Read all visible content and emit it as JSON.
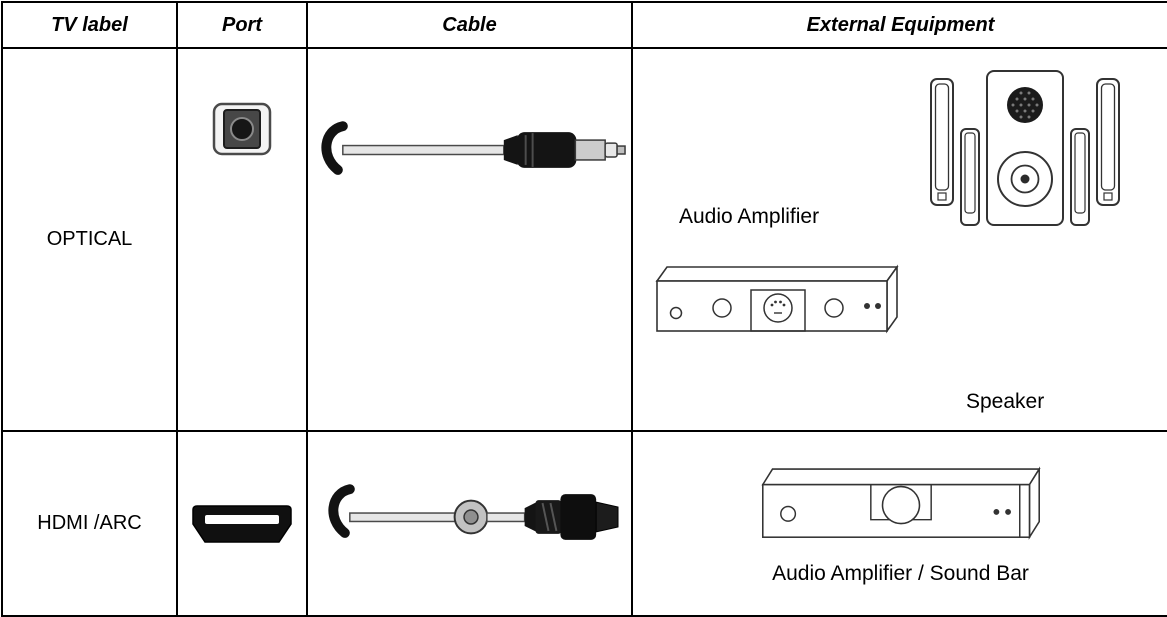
{
  "table": {
    "headers": {
      "tv_label": "TV label",
      "port": "Port",
      "cable": "Cable",
      "external_equipment": "External Equipment"
    },
    "rows": [
      {
        "tv_label": "OPTICAL",
        "port_icon": "optical-port-icon",
        "cable_icon": "optical-cable-icon",
        "equipment_icons": [
          "speaker-system-icon",
          "audio-amplifier-icon"
        ],
        "equipment_labels": {
          "amplifier": "Audio Amplifier",
          "speaker": "Speaker"
        }
      },
      {
        "tv_label": "HDMI /ARC",
        "port_icon": "hdmi-port-icon",
        "cable_icon": "hdmi-arc-cable-icon",
        "equipment_icons": [
          "sound-bar-icon"
        ],
        "equipment_labels": {
          "soundbar": "Audio Amplifier / Sound Bar"
        }
      }
    ]
  },
  "colors": {
    "border": "#000000",
    "line_art": "#333333",
    "connector_black": "#121212"
  }
}
